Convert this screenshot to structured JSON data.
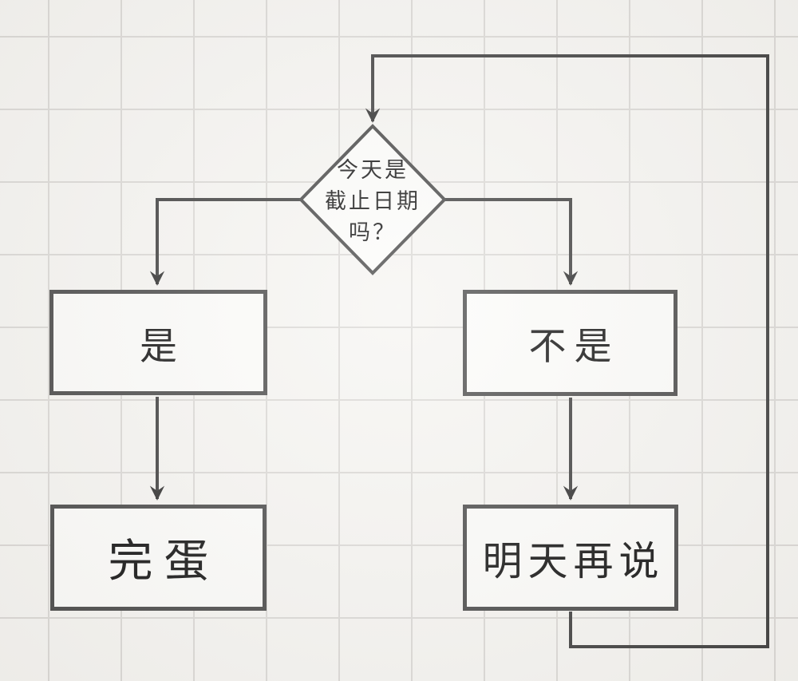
{
  "canvas": {
    "background_color": "#f6f5f2",
    "grid_color": "#dbd9d6",
    "stroke_color": "#3f3f3f",
    "node_fill": "#fcfcfa",
    "text_color": "#131313"
  },
  "flowchart": {
    "decision": {
      "id": "deadline-check",
      "label": "今天是截止日期吗？",
      "lines": [
        "今天是",
        "截止日期",
        "吗？"
      ]
    },
    "nodes": [
      {
        "id": "yes",
        "label": "是"
      },
      {
        "id": "no",
        "label": "不是"
      },
      {
        "id": "doomed",
        "label": "完蛋"
      },
      {
        "id": "tomorrow",
        "label": "明天再说"
      }
    ],
    "edges": [
      {
        "from": "deadline-check",
        "to": "yes"
      },
      {
        "from": "deadline-check",
        "to": "no"
      },
      {
        "from": "yes",
        "to": "doomed"
      },
      {
        "from": "no",
        "to": "tomorrow"
      },
      {
        "from": "tomorrow",
        "to": "deadline-check",
        "type": "loop-back"
      }
    ]
  }
}
